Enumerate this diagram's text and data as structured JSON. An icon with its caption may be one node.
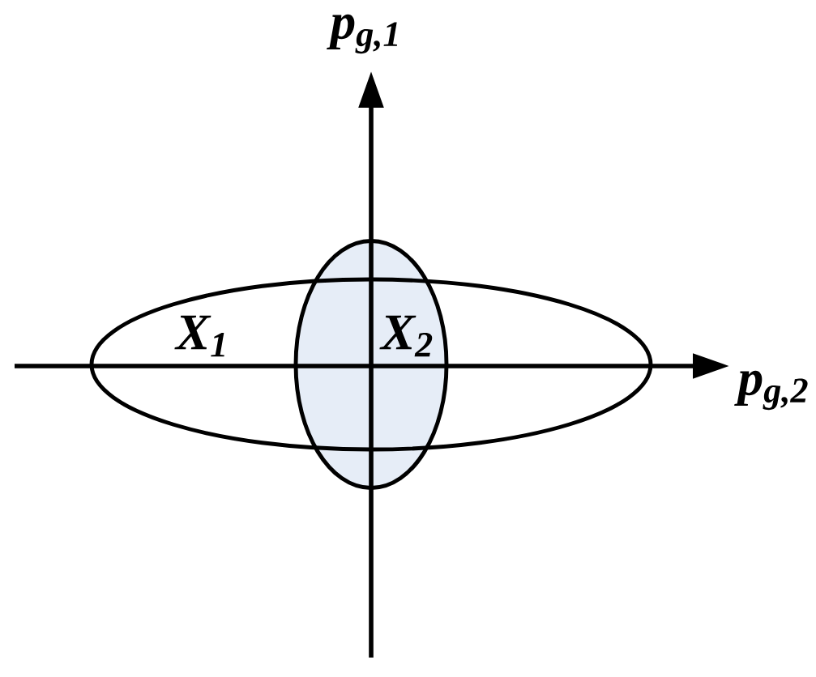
{
  "diagram": {
    "nodes": [
      {
        "text": [
          "X$_{1}$"
        ]
      },
      {
        "text": [
          "X$_{2}$"
        ]
      }
    ],
    "labels": [
      "p$_{g,1}$",
      "p$_{g,2}$"
    ]
  }
}
